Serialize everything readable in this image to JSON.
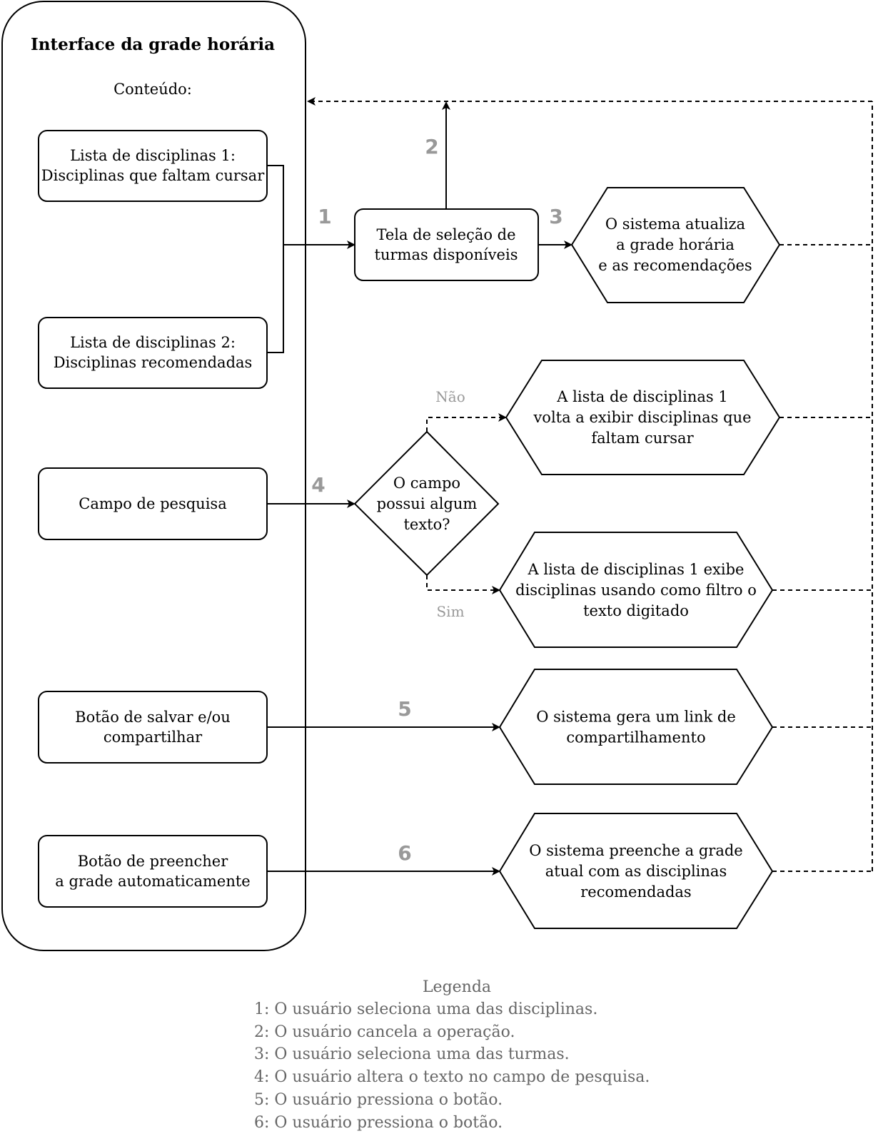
{
  "container": {
    "title": "Interface da grade horária",
    "subtitle": "Conteúdo:"
  },
  "left_items": {
    "list1": [
      "Lista de disciplinas 1:",
      "Disciplinas que faltam cursar"
    ],
    "list2": [
      "Lista de disciplinas 2:",
      "Disciplinas recomendadas"
    ],
    "search": [
      "Campo de pesquisa"
    ],
    "save": [
      "Botão de salvar e/ou",
      "compartilhar"
    ],
    "autofill": [
      "Botão de preencher",
      "a grade automaticamente"
    ]
  },
  "nodes": {
    "selection_screen": [
      "Tela de seleção de",
      "turmas disponíveis"
    ],
    "update": [
      "O sistema atualiza",
      "a grade horária",
      "e as recomendações"
    ],
    "decision": [
      "O campo",
      "possui algum",
      "texto?"
    ],
    "no_result": [
      "A lista de disciplinas 1",
      "volta a exibir disciplinas que",
      "faltam cursar"
    ],
    "yes_result": [
      "A lista de disciplinas 1 exibe",
      "disciplinas usando como filtro o",
      "texto digitado"
    ],
    "share_link": [
      "O sistema gera um link de",
      "compartilhamento"
    ],
    "autofill_result": [
      "O sistema preenche a grade",
      "atual com as disciplinas",
      "recomendadas"
    ]
  },
  "edge_labels": {
    "e1": "1",
    "e2": "2",
    "e3": "3",
    "e4": "4",
    "e5": "5",
    "e6": "6",
    "no": "Não",
    "yes": "Sim"
  },
  "legend": {
    "title": "Legenda",
    "lines": [
      "1: O usuário seleciona uma das disciplinas.",
      "2: O usuário cancela a operação.",
      "3: O usuário seleciona uma das turmas.",
      "4: O usuário altera o texto no campo de pesquisa.",
      "5: O usuário pressiona o botão.",
      "6: O usuário pressiona o botão."
    ]
  },
  "colors": {
    "stroke": "#000000",
    "edge_number": "#999999",
    "legend_text": "#666666"
  }
}
